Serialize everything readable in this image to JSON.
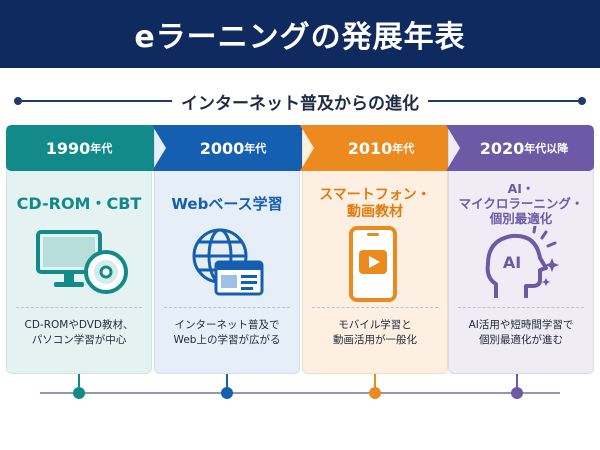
{
  "title": "eラーニングの発展年表",
  "subtitle": "インターネット普及からの進化",
  "eras": [
    {
      "year": "1990",
      "suffix": "年代",
      "title_lines": [
        "CD-ROM・CBT"
      ],
      "desc_lines": [
        "CD-ROMやDVD教材、",
        "パソコン学習が中心"
      ],
      "color": "#138a8a",
      "light": "#e4f3f2"
    },
    {
      "year": "2000",
      "suffix": "年代",
      "title_lines": [
        "Webベース学習"
      ],
      "desc_lines": [
        "インターネット普及で",
        "Web上の学習が広がる"
      ],
      "color": "#155fb1",
      "light": "#e6eef8"
    },
    {
      "year": "2010",
      "suffix": "年代",
      "title_lines": [
        "スマートフォン・",
        "動画教材"
      ],
      "desc_lines": [
        "モバイル学習と",
        "動画活用が一般化"
      ],
      "color": "#ec8a1f",
      "light": "#fdf0e2"
    },
    {
      "year": "2020",
      "suffix": "年代以降",
      "title_lines": [
        "AI・",
        "マイクロラーニング・",
        "個別最適化"
      ],
      "desc_lines": [
        "AI活用や短時間学習で",
        "個別最適化が進む"
      ],
      "color": "#6c5aa6",
      "light": "#efecf6"
    }
  ],
  "icons": [
    "computer-cd-icon",
    "globe-browser-icon",
    "smartphone-video-icon",
    "ai-head-icon"
  ],
  "ai_icon_text": "AI"
}
